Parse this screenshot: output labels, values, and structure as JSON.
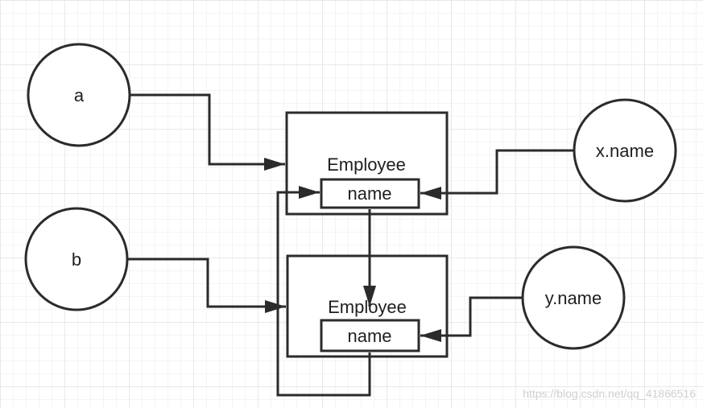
{
  "nodes": {
    "a": "a",
    "b": "b",
    "x_name": "x.name",
    "y_name": "y.name",
    "employee_top": "Employee",
    "employee_bottom": "Employee",
    "name_top": "name",
    "name_bottom": "name"
  },
  "watermark": "https://blog.csdn.net/qq_41866516"
}
